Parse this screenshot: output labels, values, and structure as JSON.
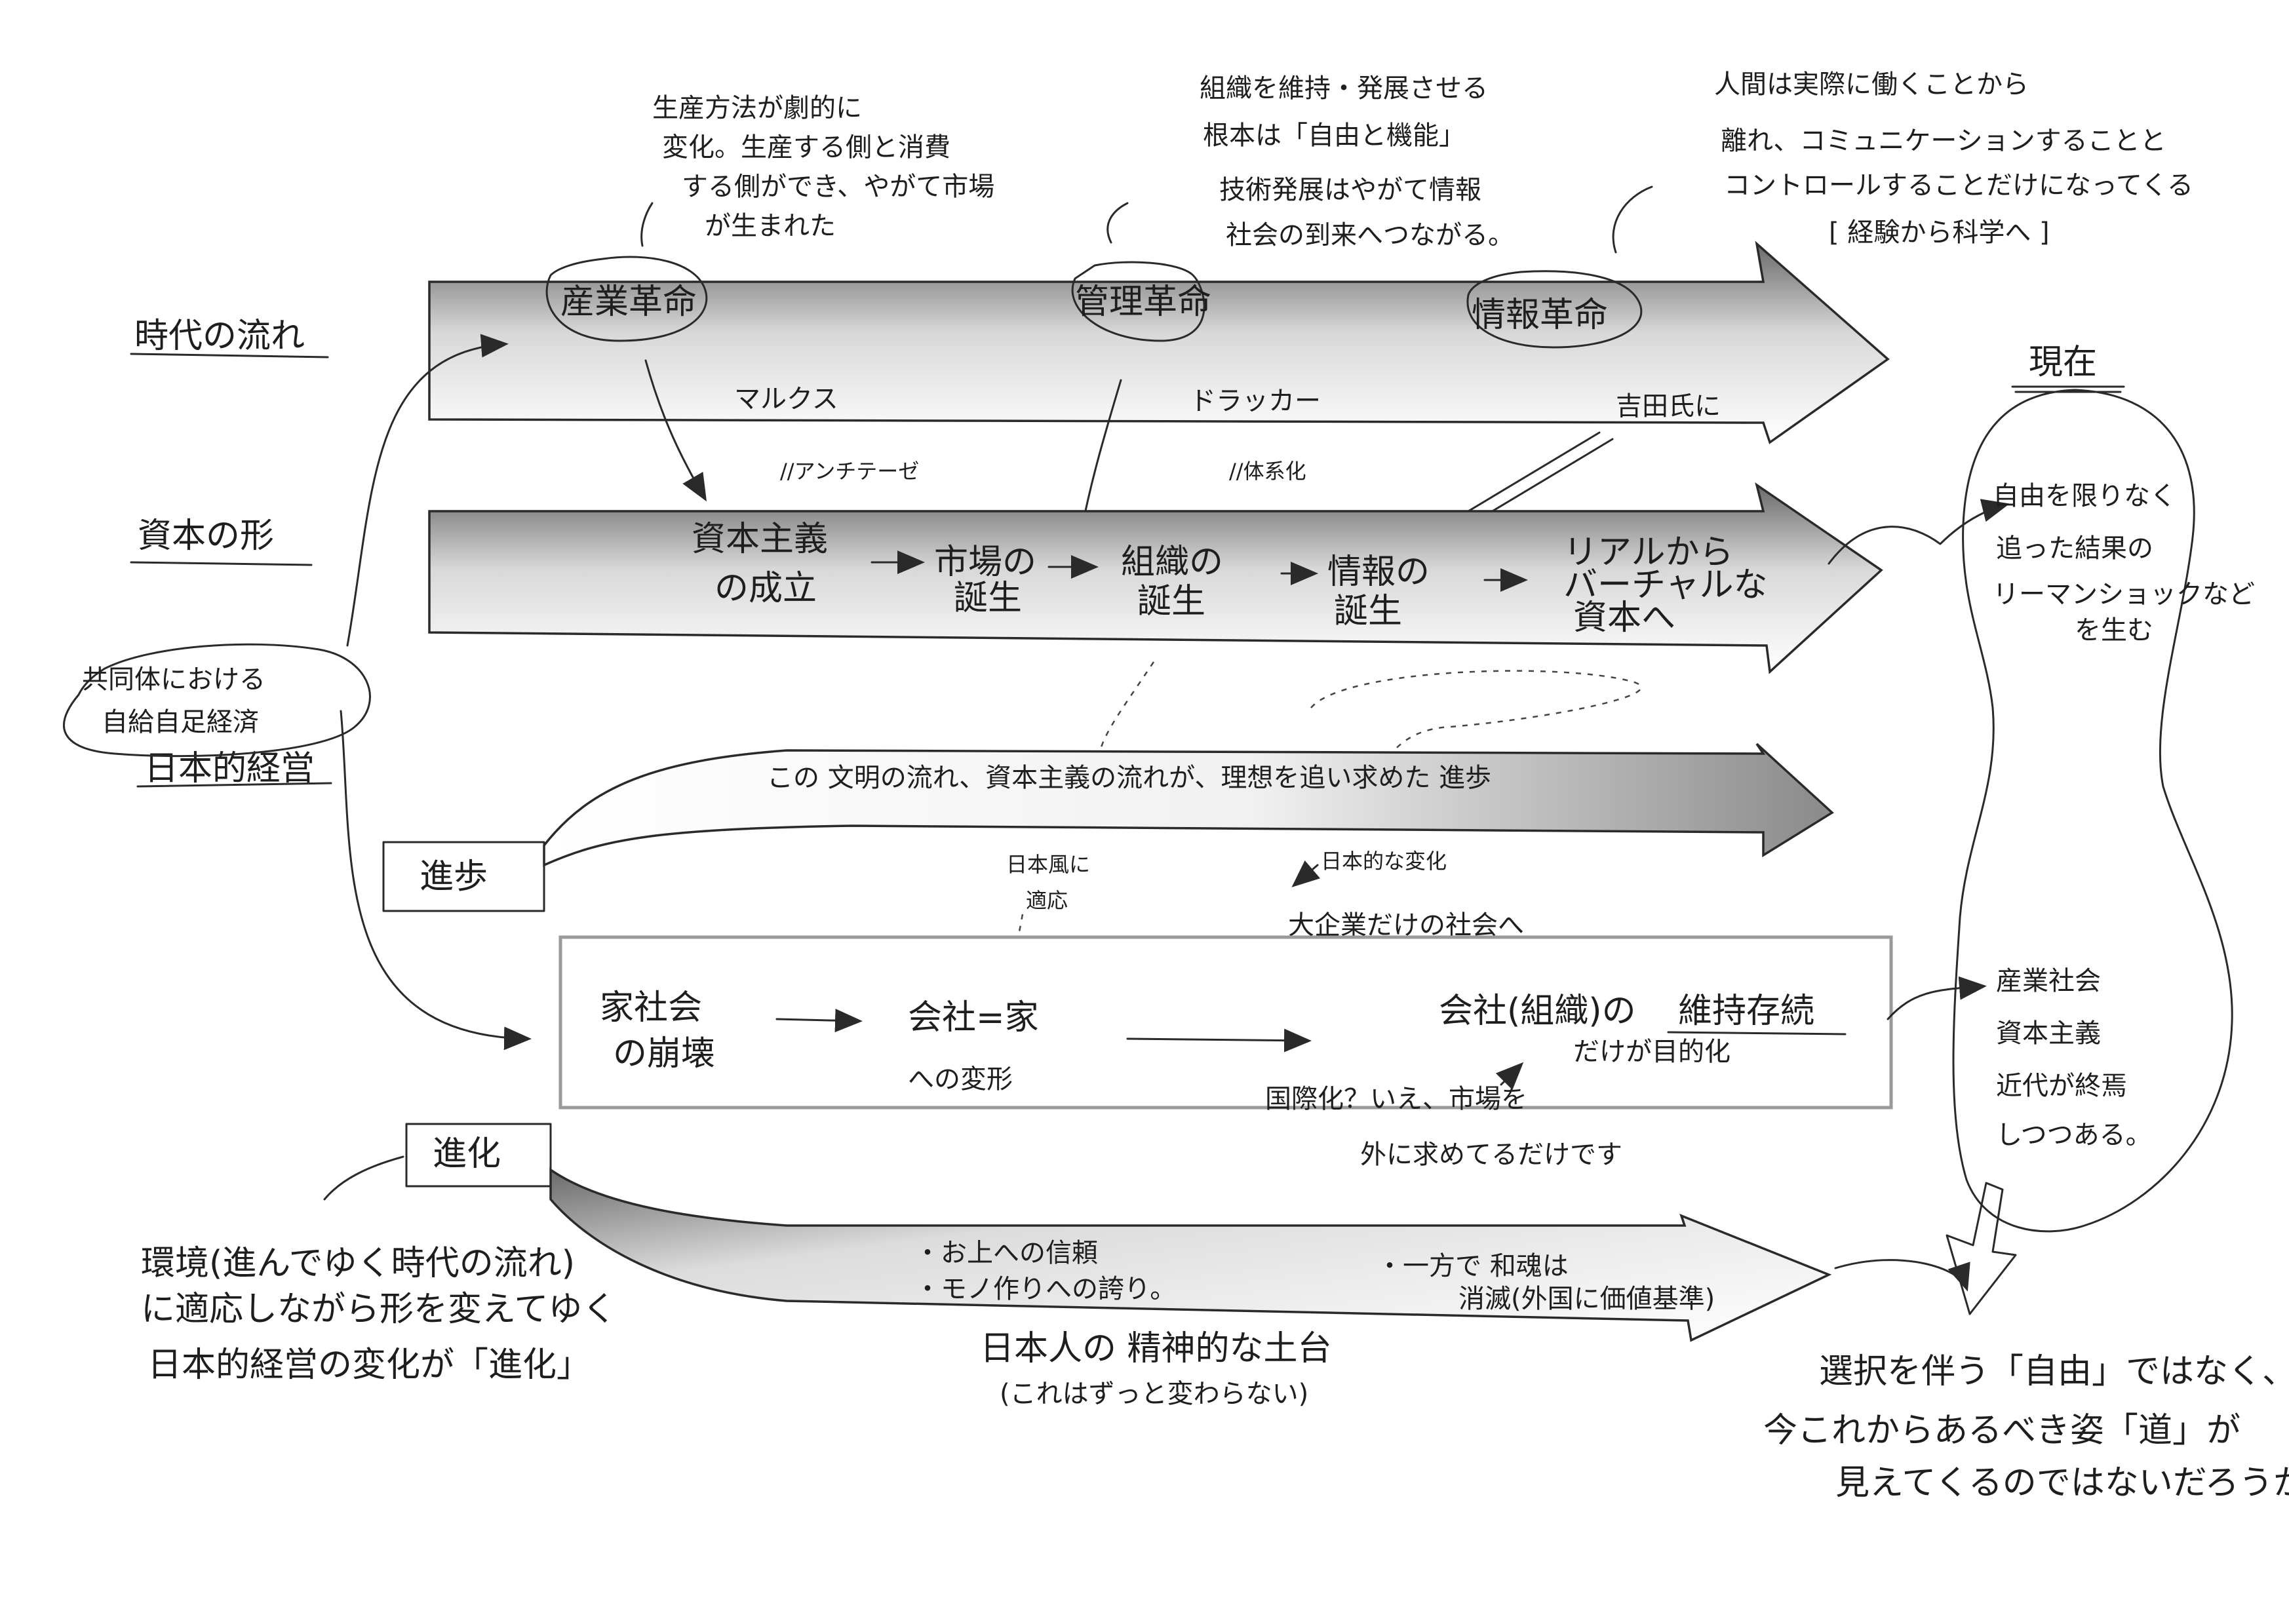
{
  "rows": {
    "jidai": "時代の流れ",
    "shihon": "資本の形",
    "shinpo": "進歩",
    "shinka": "進化",
    "kyodotai_line1": "共同体における",
    "kyodotai_line2": "自給自足経済",
    "nihonteki": "日本的経営"
  },
  "revolutions": {
    "sangyo": "産業革命",
    "kanri": "管理革命",
    "joho": "情報革命",
    "sangyo_note": [
      "生産方法が劇的に",
      "変化。生産する側と消費",
      "する側ができ、やがて市場",
      "が生まれた"
    ],
    "kanri_note": [
      "組織を維持・発展させる",
      "根本は「自由と機能」",
      "技術発展はやがて情報",
      "社会の到来へつながる。"
    ],
    "joho_note": [
      "人間は実際に働くことから",
      "離れ、コミュニケーションすることと",
      "コントロールすることだけになってくる"
    ],
    "keiken": "[ 経験から科学へ ]"
  },
  "people": {
    "marx": "マルクス",
    "drucker": "ドラッカー",
    "yoshida": "吉田氏に",
    "antithese": "//アンチテーゼ",
    "taikeika": "//体系化"
  },
  "capital": {
    "s1": [
      "資本主義",
      "の成立"
    ],
    "s2": [
      "市場の",
      "誕生"
    ],
    "s3": [
      "組織の",
      "誕生"
    ],
    "s4": [
      "情報の",
      "誕生"
    ],
    "s5": [
      "リアルから",
      "バーチャルな",
      "資本へ"
    ]
  },
  "progress": {
    "text": "この 文明の流れ、資本主義の流れが、理想を追い求めた 進歩",
    "nihonfu": [
      "日本風に",
      "適応"
    ],
    "nihonteki_ka": "日本的な変化",
    "daikigyo": "大企業だけの社会へ"
  },
  "box": {
    "b1": [
      "家社会",
      "の崩壊"
    ],
    "b2": [
      "会社=家",
      "への変形"
    ],
    "b3a": "会社(組織)の",
    "b3b": "維持存続",
    "b3c": "だけが目的化",
    "kokusai": [
      "国際化？いえ、市場を",
      "外に求めてるだけです"
    ]
  },
  "evolution": {
    "b1": "・お上への信頼",
    "b2": "・モノ作りへの誇り。",
    "b3a": "・一方で 和魂は",
    "b3b": "消滅(外国に価値基準)",
    "seishin": [
      "日本人の 精神的な土台",
      "(これはずっと変わらない)"
    ],
    "env": [
      "環境(進んでゆく時代の流れ)",
      "に適応しながら形を変えてゆく",
      "日本的経営の変化が「進化」"
    ]
  },
  "present": {
    "title": "現在",
    "top": [
      "自由を限りなく",
      "追った結果の",
      "リーマンショックなど",
      "を生む"
    ],
    "bottom": [
      "産業社会",
      "資本主義",
      "近代が終焉",
      "しつつある。"
    ],
    "final": [
      "選択を伴う「自由」ではなく、",
      "今これからあるべき姿「道」が",
      "見えてくるのではないだろうか。"
    ]
  },
  "colors": {
    "ink": "#1e1e1e",
    "gray_dark": "#6a6a6a",
    "gray_light": "#f4f4f4"
  }
}
